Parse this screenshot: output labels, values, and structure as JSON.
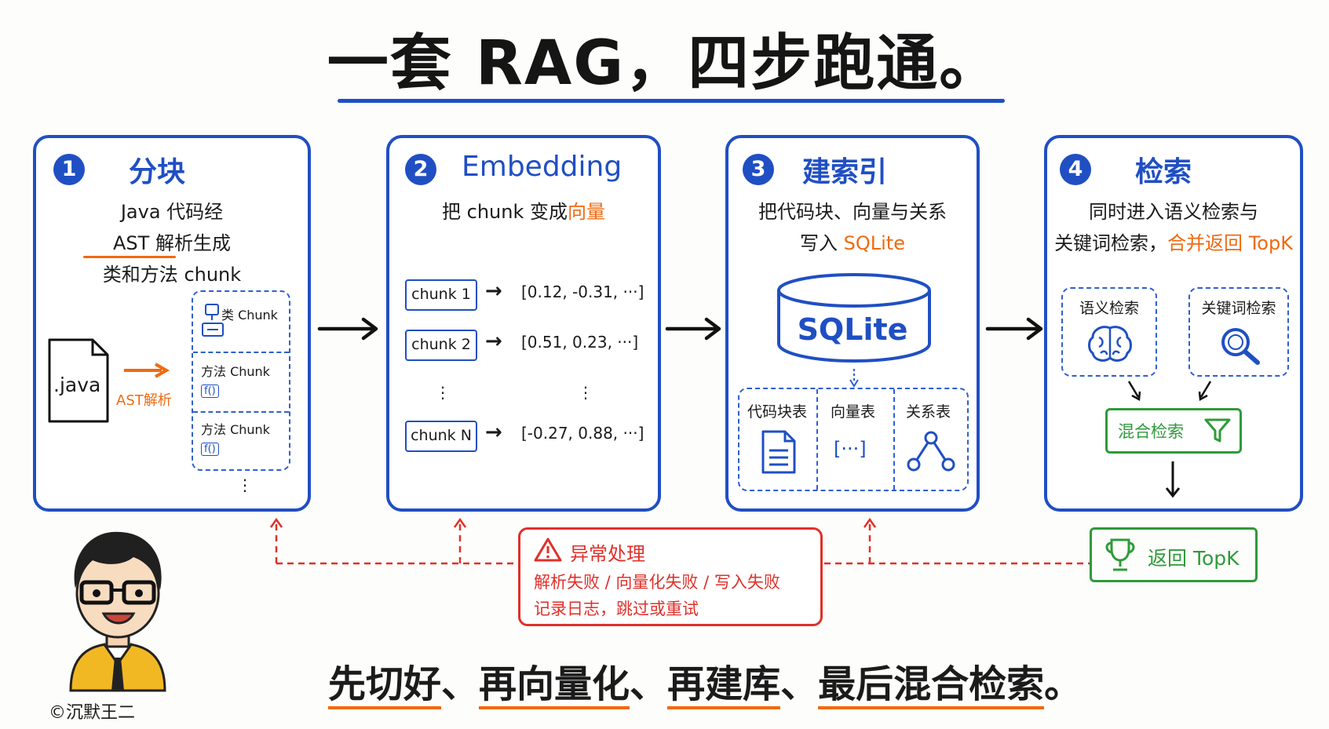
{
  "title": "一套 RAG，四步跑通。",
  "steps": [
    {
      "num": "1",
      "title": "分块",
      "lines": [
        "Java 代码经",
        "AST 解析生成",
        "类和方法 chunk"
      ],
      "file_label": ".java",
      "arrow_label": "AST解析",
      "chunks": [
        "类 Chunk",
        "方法 Chunk",
        "方法 Chunk"
      ],
      "fn_badge": "f()",
      "more": "⋮"
    },
    {
      "num": "2",
      "title": "Embedding",
      "desc_plain": "把 chunk 变成",
      "desc_highlight": "向量",
      "rows": [
        {
          "chunk": "chunk 1",
          "vector": "[0.12, -0.31, ···]"
        },
        {
          "chunk": "chunk 2",
          "vector": "[0.51, 0.23, ···]"
        },
        {
          "chunk": "chunk N",
          "vector": "[-0.27, 0.88, ···]"
        }
      ],
      "ellipsis": "⋮"
    },
    {
      "num": "3",
      "title": "建索引",
      "line1": "把代码块、向量与关系",
      "line2_plain": "写入",
      "line2_highlight": "SQLite",
      "db_label": "SQLite",
      "tables": [
        "代码块表",
        "向量表",
        "关系表"
      ],
      "vector_glyph": "[···]"
    },
    {
      "num": "4",
      "title": "检索",
      "line1": "同时进入语义检索与",
      "line2_plain": "关键词检索，",
      "line2_highlight": "合并返回 TopK",
      "semantic": "语义检索",
      "keyword": "关键词检索",
      "hybrid": "混合检索",
      "result": "返回 TopK"
    }
  ],
  "error": {
    "title": "异常处理",
    "line1": "解析失败 / 向量化失败 / 写入失败",
    "line2": "记录日志，跳过或重试"
  },
  "footer": [
    "先切好",
    "、",
    "再向量化",
    "、",
    "再建库",
    "、",
    "最后混合检索",
    "。"
  ],
  "copyright": "©沉默王二",
  "colors": {
    "blue": "#1f4fc3",
    "orange": "#f06a10",
    "red": "#e0302a",
    "green": "#2f9a3a"
  }
}
